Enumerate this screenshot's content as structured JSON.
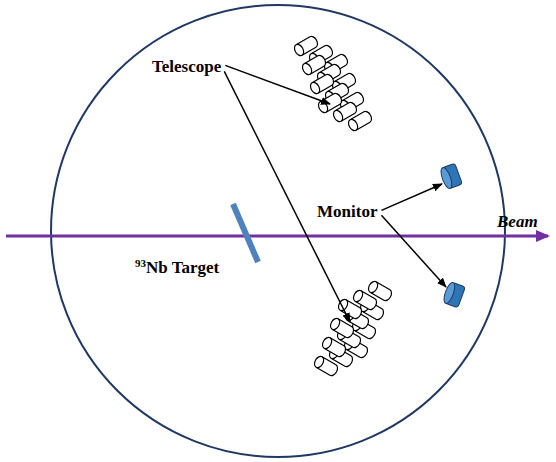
{
  "diagram": {
    "labels": [
      "Telescope",
      "Monitor",
      "Beam",
      "93Nb Target"
    ]
  }
}
